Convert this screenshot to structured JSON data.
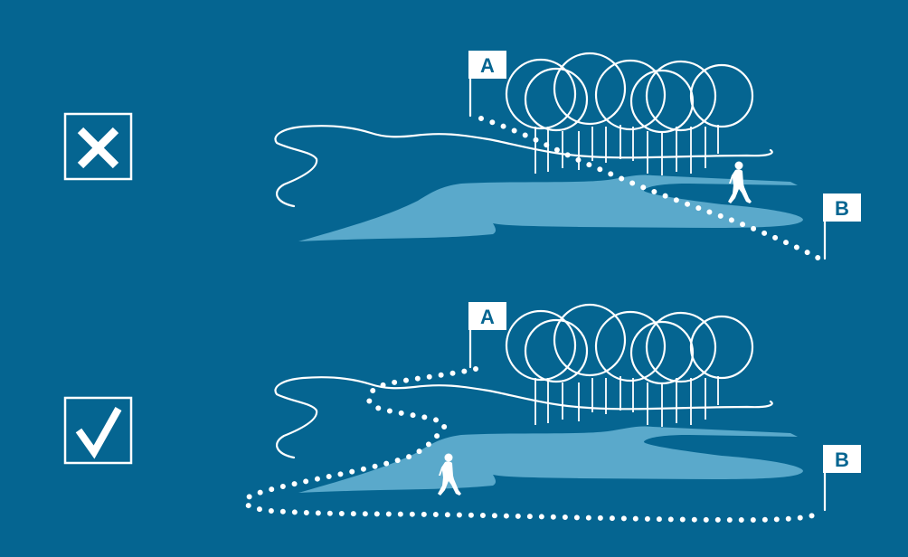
{
  "colors": {
    "background": "#056591",
    "water": "#5aa9cb",
    "foreground": "#ffffff"
  },
  "panels": [
    {
      "verdict_icon": "cross-icon",
      "start_flag": "A",
      "end_flag": "B"
    },
    {
      "verdict_icon": "check-icon",
      "start_flag": "A",
      "end_flag": "B"
    }
  ]
}
